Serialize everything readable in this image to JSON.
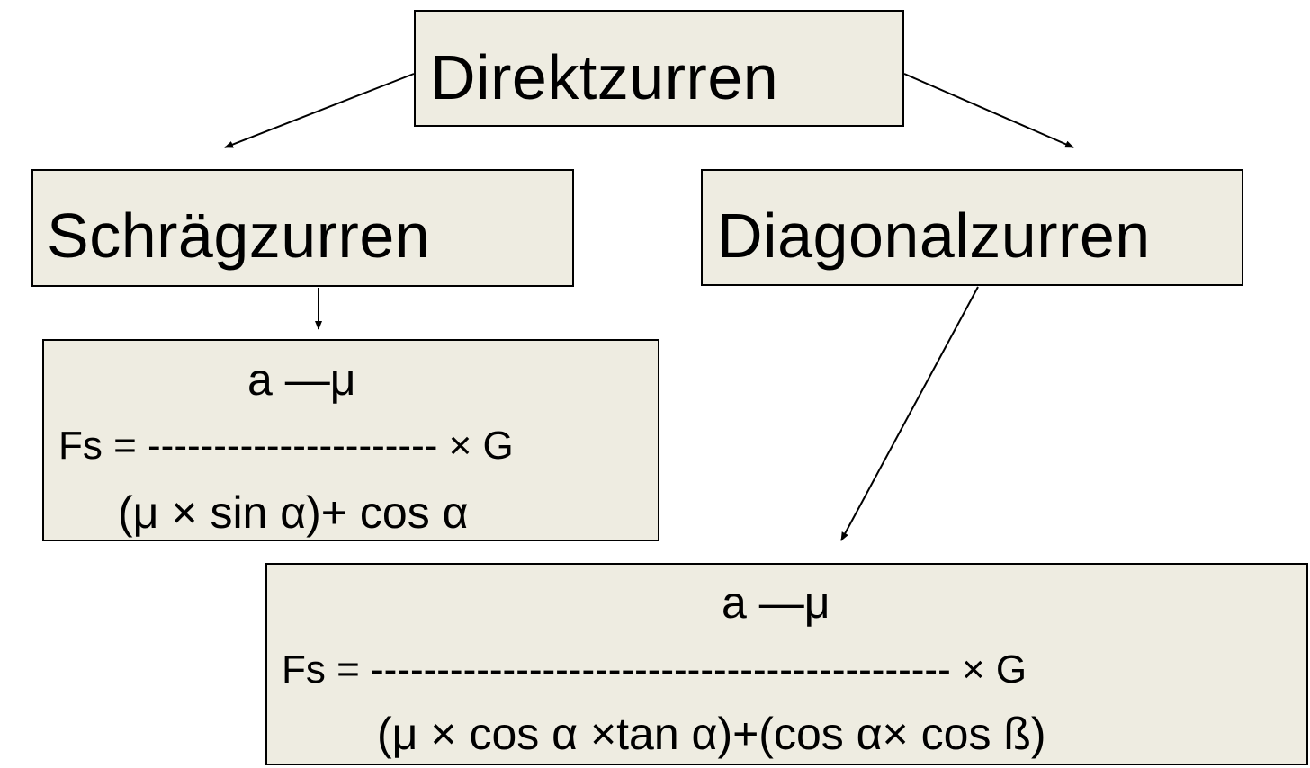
{
  "nodes": {
    "root": {
      "label": "Direktzurren"
    },
    "left": {
      "label": "Schrägzurren"
    },
    "right": {
      "label": "Diagonalzurren"
    }
  },
  "formulas": {
    "left": {
      "numerator": "a —μ",
      "equation": "Fs = ---------------------- × G",
      "denominator": "(μ × sin α)+ cos α"
    },
    "right": {
      "numerator": "a —μ",
      "equation": "Fs = -------------------------------------------- × G",
      "denominator": "(μ × cos α ×tan α)+(cos α× cos ß)"
    }
  },
  "colors": {
    "box_fill": "#eeece1",
    "stroke": "#000000"
  }
}
